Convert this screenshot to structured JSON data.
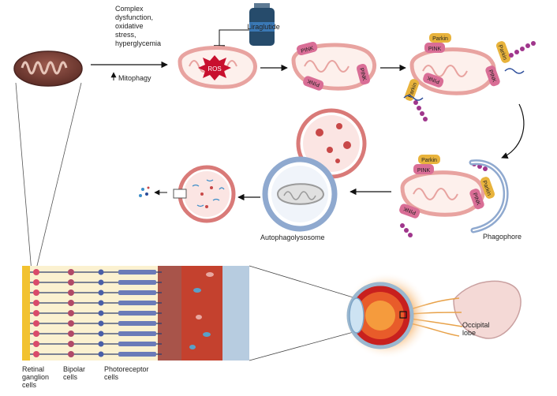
{
  "stress_text": [
    "Complex",
    "dysfunction,",
    "oxidative",
    "stress,",
    "hyperglycemia"
  ],
  "mitophagy_label": "Mitophagy",
  "drug_label": "Liraglutide",
  "ros_label": "ROS",
  "pink_label": "PINK",
  "parkin_label": "Parkin",
  "phagophore_label": "Phagophore",
  "autophagolysosome_label": "Autophagolysosome",
  "retina_labels": {
    "ganglion": [
      "Retinal",
      "ganglion",
      "cells"
    ],
    "bipolar": [
      "Bipolar",
      "cells"
    ],
    "photoreceptor": [
      "Photoreceptor",
      "cells"
    ]
  },
  "brain_label": [
    "Occipital",
    "lobe"
  ],
  "colors": {
    "mito_outer": "#e8a3a0",
    "mito_fill": "#fdf0ec",
    "pink_protein": "#d96e96",
    "parkin_protein": "#e8b33c",
    "ros": "#c8102e",
    "ubiquitin": "#a0368c",
    "phagophore": "#8fa9cf",
    "drug_bottle": "#264b6b"
  }
}
